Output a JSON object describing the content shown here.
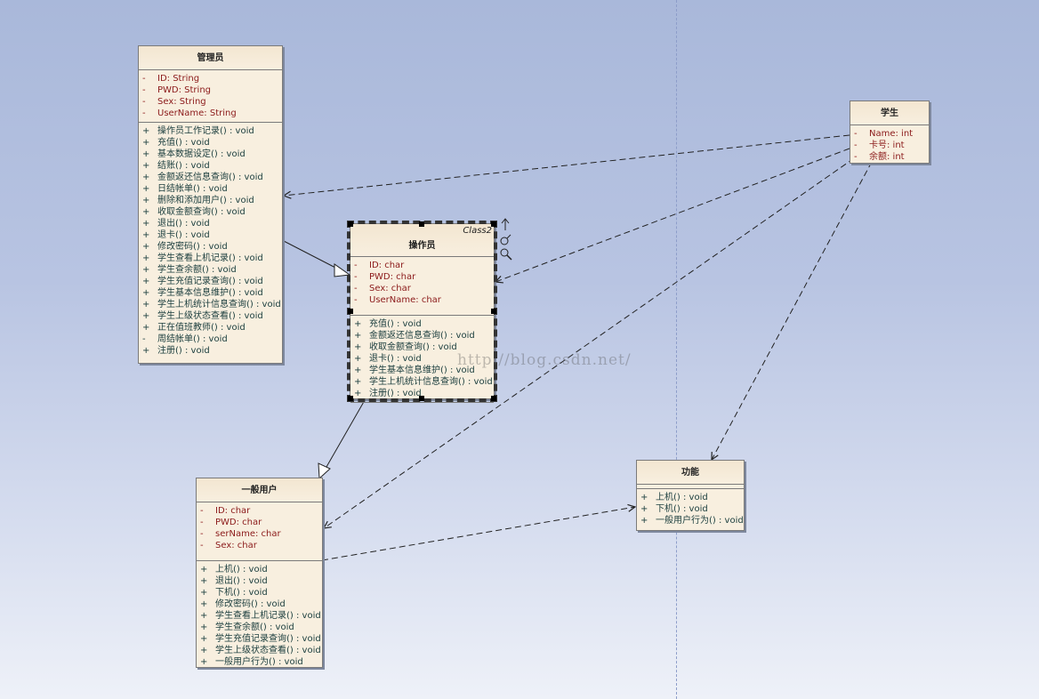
{
  "classes": {
    "admin": {
      "name": "管理员",
      "attributes": [
        {
          "vis": "-",
          "text": "ID:  String"
        },
        {
          "vis": "-",
          "text": "PWD:  String"
        },
        {
          "vis": "-",
          "text": "Sex:  String"
        },
        {
          "vis": "-",
          "text": "UserName:  String"
        }
      ],
      "operations": [
        {
          "vis": "+",
          "text": "操作员工作记录() : void"
        },
        {
          "vis": "+",
          "text": "充值() : void"
        },
        {
          "vis": "+",
          "text": "基本数据设定() : void"
        },
        {
          "vis": "+",
          "text": "结账() : void"
        },
        {
          "vis": "+",
          "text": "金额返还信息查询() : void"
        },
        {
          "vis": "+",
          "text": "日结帐单() : void"
        },
        {
          "vis": "+",
          "text": "删除和添加用户() : void"
        },
        {
          "vis": "+",
          "text": "收取金额查询() : void"
        },
        {
          "vis": "+",
          "text": "退出() : void"
        },
        {
          "vis": "+",
          "text": "退卡() : void"
        },
        {
          "vis": "+",
          "text": "修改密码() : void"
        },
        {
          "vis": "+",
          "text": "学生查看上机记录() : void"
        },
        {
          "vis": "+",
          "text": "学生查余额() : void"
        },
        {
          "vis": "+",
          "text": "学生充值记录查询() : void"
        },
        {
          "vis": "+",
          "text": "学生基本信息维护() : void"
        },
        {
          "vis": "+",
          "text": "学生上机统计信息查询() : void"
        },
        {
          "vis": "+",
          "text": "学生上级状态查看() : void"
        },
        {
          "vis": "+",
          "text": "正在值班教师() : void"
        },
        {
          "vis": "-",
          "text": "周结帐单() : void"
        },
        {
          "vis": "+",
          "text": "注册() : void"
        }
      ]
    },
    "operator": {
      "name": "操作员",
      "stereotype": "Class2",
      "attributes": [
        {
          "vis": "-",
          "text": "ID:  char"
        },
        {
          "vis": "-",
          "text": "PWD:  char"
        },
        {
          "vis": "-",
          "text": "Sex:  char"
        },
        {
          "vis": "-",
          "text": "UserName:  char"
        }
      ],
      "operations": [
        {
          "vis": "+",
          "text": "充值() : void"
        },
        {
          "vis": "+",
          "text": "金额返还信息查询() : void"
        },
        {
          "vis": "+",
          "text": "收取金额查询() : void"
        },
        {
          "vis": "+",
          "text": "退卡() : void"
        },
        {
          "vis": "+",
          "text": "学生基本信息维护() : void"
        },
        {
          "vis": "+",
          "text": "学生上机统计信息查询() : void"
        },
        {
          "vis": "+",
          "text": "注册() : void"
        }
      ]
    },
    "user": {
      "name": "一般用户",
      "attributes": [
        {
          "vis": "-",
          "text": "ID:  char"
        },
        {
          "vis": "-",
          "text": "PWD:  char"
        },
        {
          "vis": "-",
          "text": "serName:  char"
        },
        {
          "vis": "-",
          "text": "Sex:  char"
        }
      ],
      "operations": [
        {
          "vis": "+",
          "text": "上机() : void"
        },
        {
          "vis": "+",
          "text": "退出() : void"
        },
        {
          "vis": "+",
          "text": "下机() : void"
        },
        {
          "vis": "+",
          "text": "修改密码() : void"
        },
        {
          "vis": "+",
          "text": "学生查看上机记录() : void"
        },
        {
          "vis": "+",
          "text": "学生查余额() : void"
        },
        {
          "vis": "+",
          "text": "学生充值记录查询() : void"
        },
        {
          "vis": "+",
          "text": "学生上级状态查看() : void"
        },
        {
          "vis": "+",
          "text": "一般用户行为() : void"
        }
      ]
    },
    "student": {
      "name": "学生",
      "attributes": [
        {
          "vis": "-",
          "text": "Name:  int"
        },
        {
          "vis": "-",
          "text": "卡号:  int"
        },
        {
          "vis": "-",
          "text": "余额:  int"
        }
      ]
    },
    "function": {
      "name": "功能",
      "operations": [
        {
          "vis": "+",
          "text": "上机() : void"
        },
        {
          "vis": "+",
          "text": "下机() : void"
        },
        {
          "vis": "+",
          "text": "一般用户行为() : void"
        }
      ]
    }
  },
  "watermark": "http://blog.csdn.net/",
  "colors": {
    "attribute": "#8b1a1a",
    "operation": "#1a3d3d",
    "class_fill": "#f8efdf"
  },
  "icons": [
    "arrow-up-icon",
    "link-icon",
    "zoom-icon"
  ]
}
